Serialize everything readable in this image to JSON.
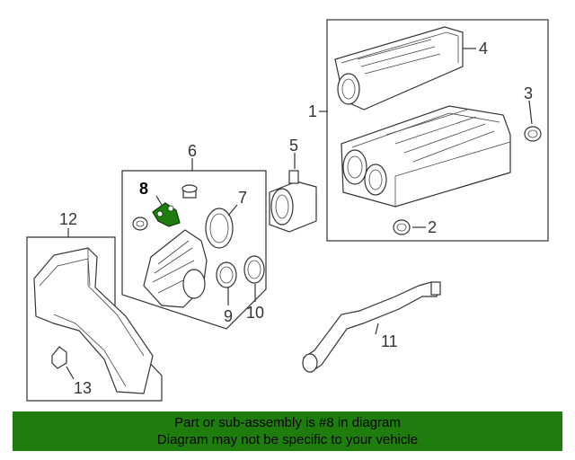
{
  "callouts": {
    "c1": "1",
    "c2": "2",
    "c3": "3",
    "c4": "4",
    "c5": "5",
    "c6": "6",
    "c7": "7",
    "c8": "8",
    "c9": "9",
    "c10": "10",
    "c11": "11",
    "c12": "12",
    "c13": "13"
  },
  "highlight_color": "#1e7d0c",
  "banner": {
    "line1": "Part or sub-assembly is #8 in diagram",
    "line2": "Diagram may not be specific to your vehicle"
  }
}
